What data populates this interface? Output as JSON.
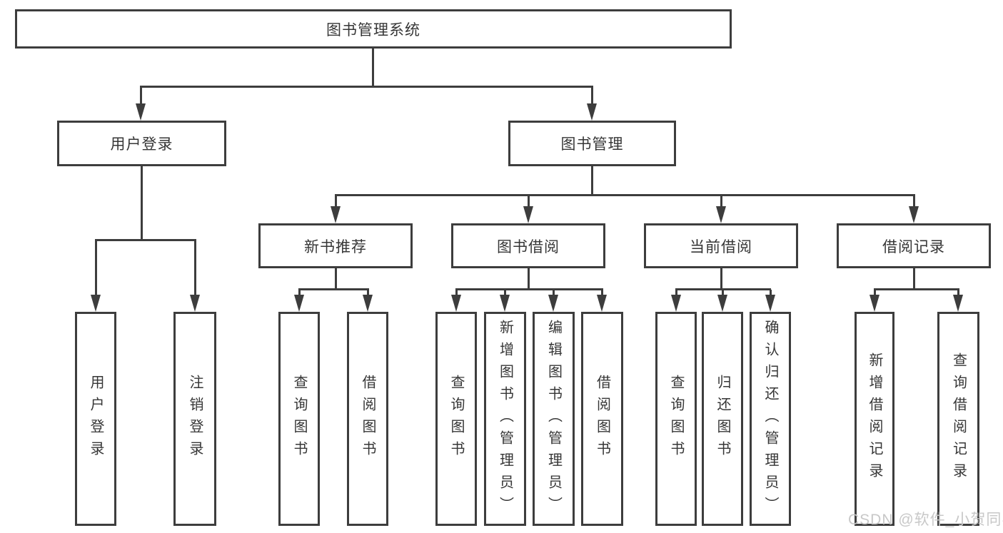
{
  "diagram": {
    "root": {
      "label": "图书管理系统"
    },
    "children": [
      {
        "label": "用户登录",
        "children": [
          {
            "label": "用户登录"
          },
          {
            "label": "注销登录"
          }
        ]
      },
      {
        "label": "图书管理",
        "children": [
          {
            "label": "新书推荐",
            "children": [
              {
                "label": "查询图书"
              },
              {
                "label": "借阅图书"
              }
            ]
          },
          {
            "label": "图书借阅",
            "children": [
              {
                "label": "查询图书"
              },
              {
                "label": "新增图书（管理员）"
              },
              {
                "label": "编辑图书（管理员）"
              },
              {
                "label": "借阅图书"
              }
            ]
          },
          {
            "label": "当前借阅",
            "children": [
              {
                "label": "查询图书"
              },
              {
                "label": "归还图书"
              },
              {
                "label": "确认归还（管理员）"
              }
            ]
          },
          {
            "label": "借阅记录",
            "children": [
              {
                "label": "新增借阅记录"
              },
              {
                "label": "查询借阅记录"
              }
            ]
          }
        ]
      }
    ]
  },
  "watermark": "CSDN @软件_小贺同学",
  "colors": {
    "line": "#3d3d3d",
    "box_border": "#3d3d3d",
    "box_background": "#ffffff",
    "text": "#363636",
    "watermark": "#c8c8c8"
  }
}
